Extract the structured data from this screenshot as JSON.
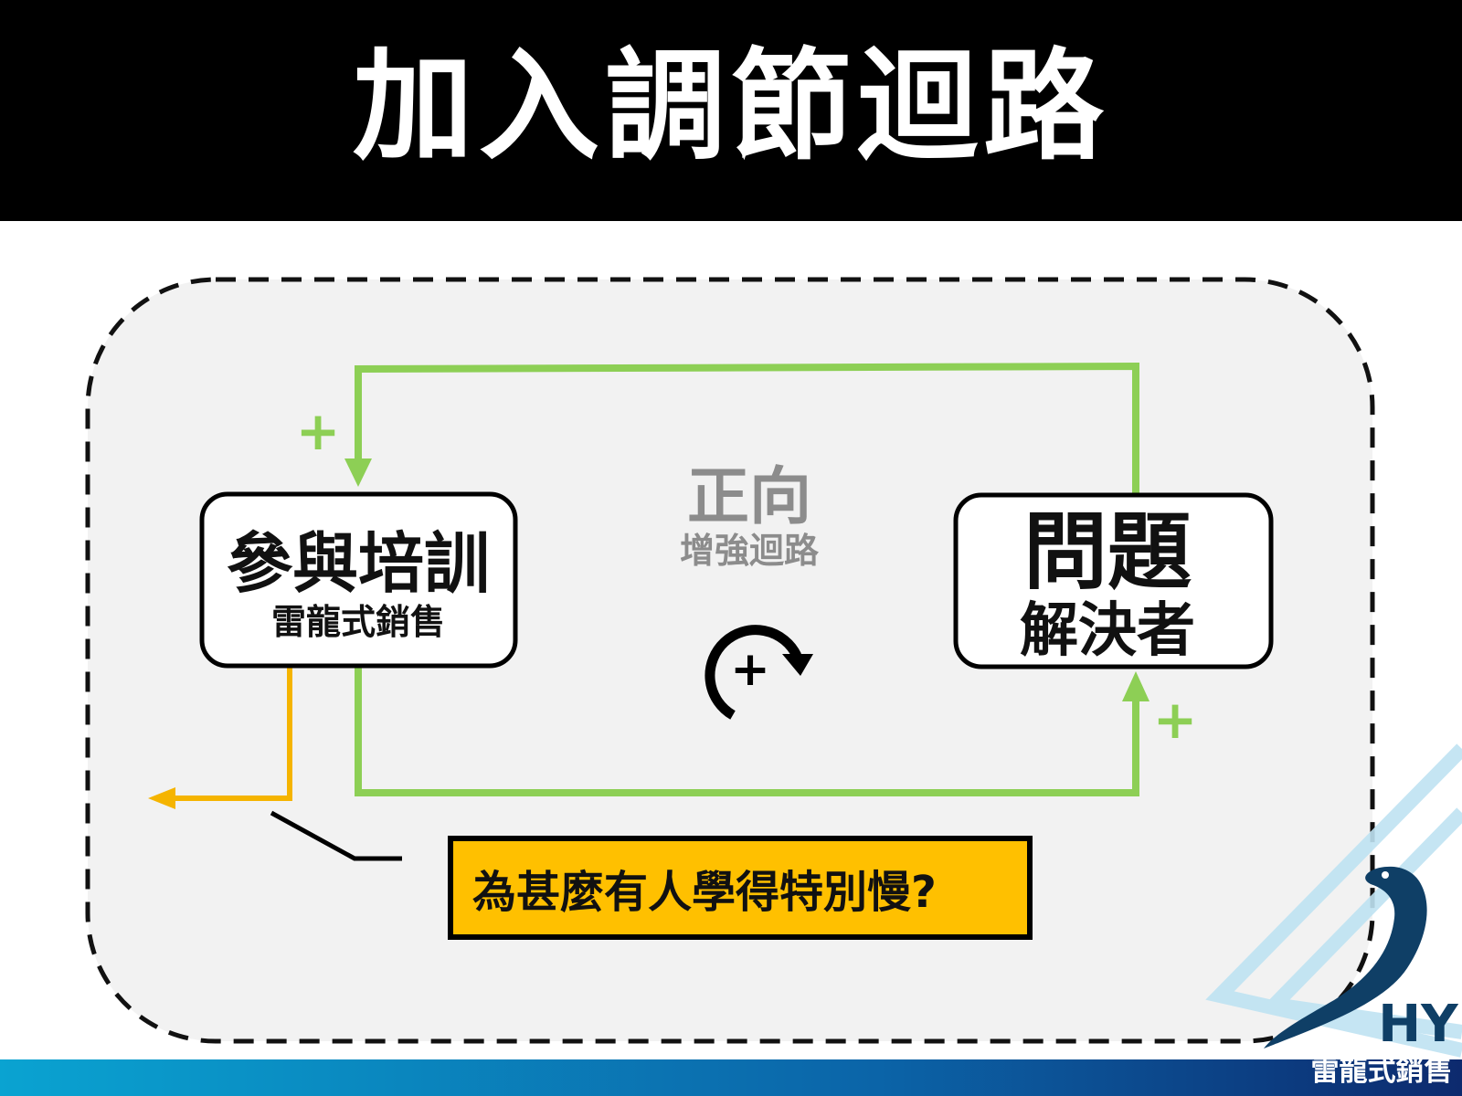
{
  "header": {
    "title": "加入調節迴路"
  },
  "diagram": {
    "node_training": {
      "title": "參與培訓",
      "subtitle": "雷龍式銷售"
    },
    "node_problem": {
      "title": "問題",
      "subtitle": "解決者"
    },
    "loop": {
      "title": "正向",
      "subtitle": "增強迴路",
      "symbol": "+"
    },
    "link_labels": {
      "top_left": "+",
      "bottom_right": "+"
    },
    "question": "為甚麼有人學得特別慢?",
    "colors": {
      "reinforcing": "#8dcf55",
      "balancing": "#f5b400",
      "question_bg": "#ffc000",
      "panel_bg": "#f2f2f2",
      "loop_label": "#8c8c8c"
    }
  },
  "brand": {
    "name": "雷龍式銷售",
    "mark": "HY"
  }
}
